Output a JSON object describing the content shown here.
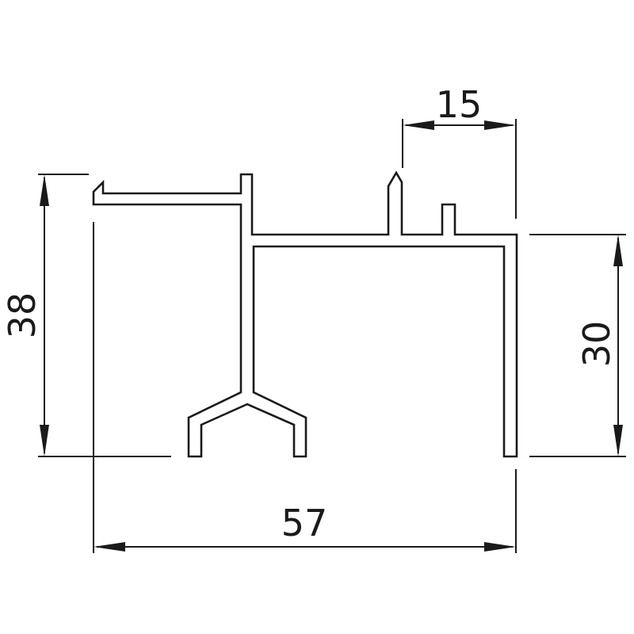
{
  "dimensions": {
    "height_left": "38",
    "height_right": "30",
    "width_bottom": "57",
    "width_top": "15"
  },
  "colors": {
    "line": "#1a1a1a",
    "background": "#ffffff"
  }
}
